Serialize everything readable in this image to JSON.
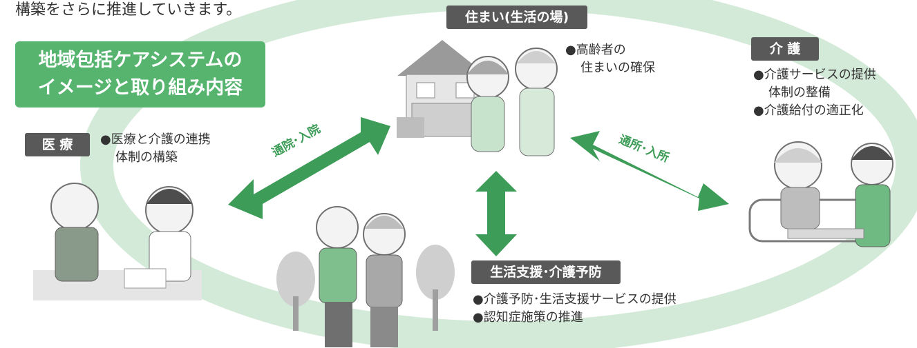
{
  "intro_text": "構築をさらに推進していきます。",
  "title": {
    "line1": "地域包括ケアシステムの",
    "line2": "イメージと取り組み内容"
  },
  "housing": {
    "label": "住まい(生活の場)",
    "bullet1": "●高齢者の",
    "bullet2": "住まいの確保"
  },
  "medical": {
    "label": "医 療",
    "bullet1": "●医療と介護の連携",
    "bullet2": "体制の構築"
  },
  "care": {
    "label": "介 護",
    "bullet1": "●介護サービスの提供",
    "bullet2": "体制の整備",
    "bullet3": "●介護給付の適正化"
  },
  "support": {
    "label": "生活支援･介護予防",
    "bullet1": "●介護予防･生活支援サービスの提供",
    "bullet2": "●認知症施策の推進"
  },
  "arrows": {
    "left_label": "通院･入院",
    "right_label": "通所･入所"
  },
  "colors": {
    "accent_green": "#56b46f",
    "arrow_green": "#3d9c57",
    "ring_green": "#cfe8d4",
    "label_gray": "#595959"
  }
}
